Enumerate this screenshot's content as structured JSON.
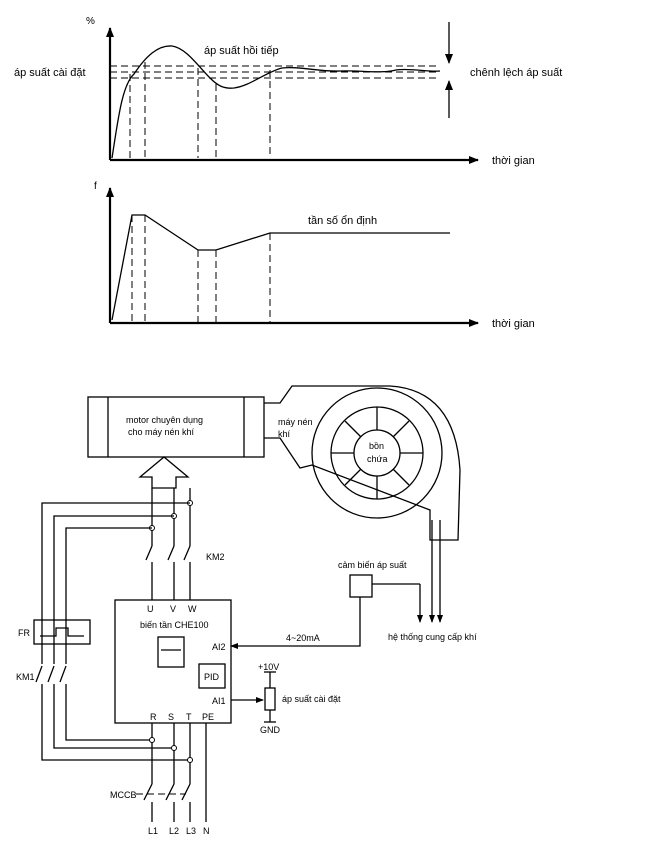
{
  "graph1": {
    "y_unit": "%",
    "setpoint_label": "áp suất cài đặt",
    "feedback_label": "áp suất hồi tiếp",
    "deviation_label": "chênh lệch áp suất",
    "x_label": "thời gian"
  },
  "graph2": {
    "y_unit": "f",
    "stable_label": "tần số ổn định",
    "x_label": "thời gian"
  },
  "system": {
    "motor_label_line1": "motor chuyên dụng",
    "motor_label_line2": "cho máy nén khí",
    "compressor_label_line1": "máy nén",
    "compressor_label_line2": "khí",
    "tank_label_line1": "bồn",
    "tank_label_line2": "chứa",
    "km2_label": "KM2",
    "fr_label": "FR",
    "km1_label": "KM1",
    "inverter_label": "biến tần CHE100",
    "terminal_u": "U",
    "terminal_v": "V",
    "terminal_w": "W",
    "terminal_r": "R",
    "terminal_s": "S",
    "terminal_t": "T",
    "terminal_pe": "PE",
    "ai2_label": "AI2",
    "ai1_label": "AI1",
    "pid_label": "PID",
    "signal_label": "4~20mA",
    "sensor_label": "cảm biến áp suất",
    "supply_label": "hệ thống cung cấp khí",
    "v10_label": "+10V",
    "gnd_label": "GND",
    "setpoint_label": "áp suất cài đặt",
    "breaker_label": "MCCB",
    "l1_label": "L1",
    "l2_label": "L2",
    "l3_label": "L3",
    "n_label": "N"
  }
}
